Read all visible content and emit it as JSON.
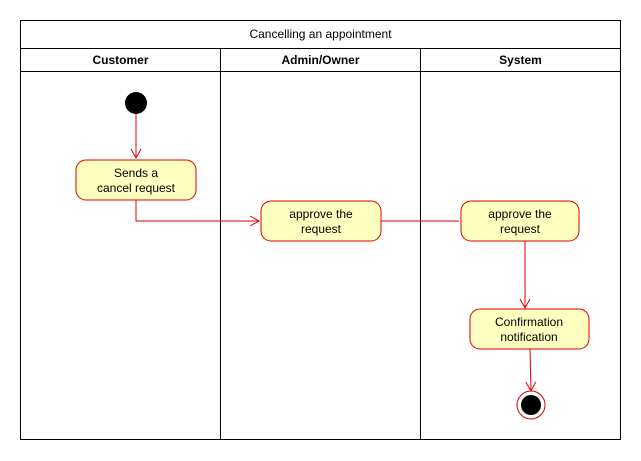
{
  "diagram": {
    "title": "Cancelling an appointment",
    "lanes": [
      {
        "name": "Customer"
      },
      {
        "name": "Admin/Owner"
      },
      {
        "name": "System"
      }
    ],
    "actions": [
      {
        "line1": "Sends a",
        "line2": "cancel request"
      },
      {
        "line1": "approve the",
        "line2": "request"
      },
      {
        "line1": "approve the",
        "line2": "request"
      },
      {
        "line1": "Confirmation",
        "line2": "notification"
      }
    ],
    "colors": {
      "action_fill": "#ffffc0",
      "flow_line": "#dd0000",
      "border": "#000000"
    }
  }
}
